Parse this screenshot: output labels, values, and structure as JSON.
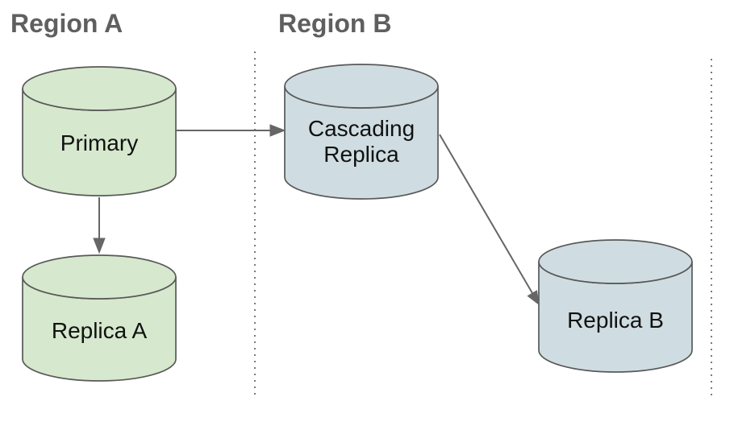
{
  "regions": [
    {
      "label": "Region A"
    },
    {
      "label": "Region B"
    }
  ],
  "nodes": {
    "primary": {
      "label": "Primary",
      "shape": "database-cylinder",
      "region": "Region A"
    },
    "replica_a": {
      "label": "Replica A",
      "shape": "database-cylinder",
      "region": "Region A"
    },
    "cascading_replica": {
      "label": "Cascading Replica",
      "label_line1": "Cascading",
      "label_line2": "Replica",
      "shape": "database-cylinder",
      "region": "Region B"
    },
    "replica_b": {
      "label": "Replica B",
      "shape": "database-cylinder",
      "region": "Region B"
    }
  },
  "edges": [
    {
      "from": "Primary",
      "to": "Cascading Replica",
      "style": "solid-arrow",
      "direction": "left-to-right"
    },
    {
      "from": "Primary",
      "to": "Replica A",
      "style": "solid-arrow",
      "direction": "top-to-bottom"
    },
    {
      "from": "Cascading Replica",
      "to": "Replica B",
      "style": "solid-arrow",
      "direction": "diagonal-down-right"
    }
  ],
  "colors": {
    "background": "#ffffff",
    "green_fill": "#d6e8cd",
    "blue_fill": "#cfdde2",
    "shape_stroke": "#595959",
    "connector": "#666666",
    "divider": "#7a7a7a",
    "heading_text": "#5f5f5f",
    "label_text": "#111111"
  }
}
